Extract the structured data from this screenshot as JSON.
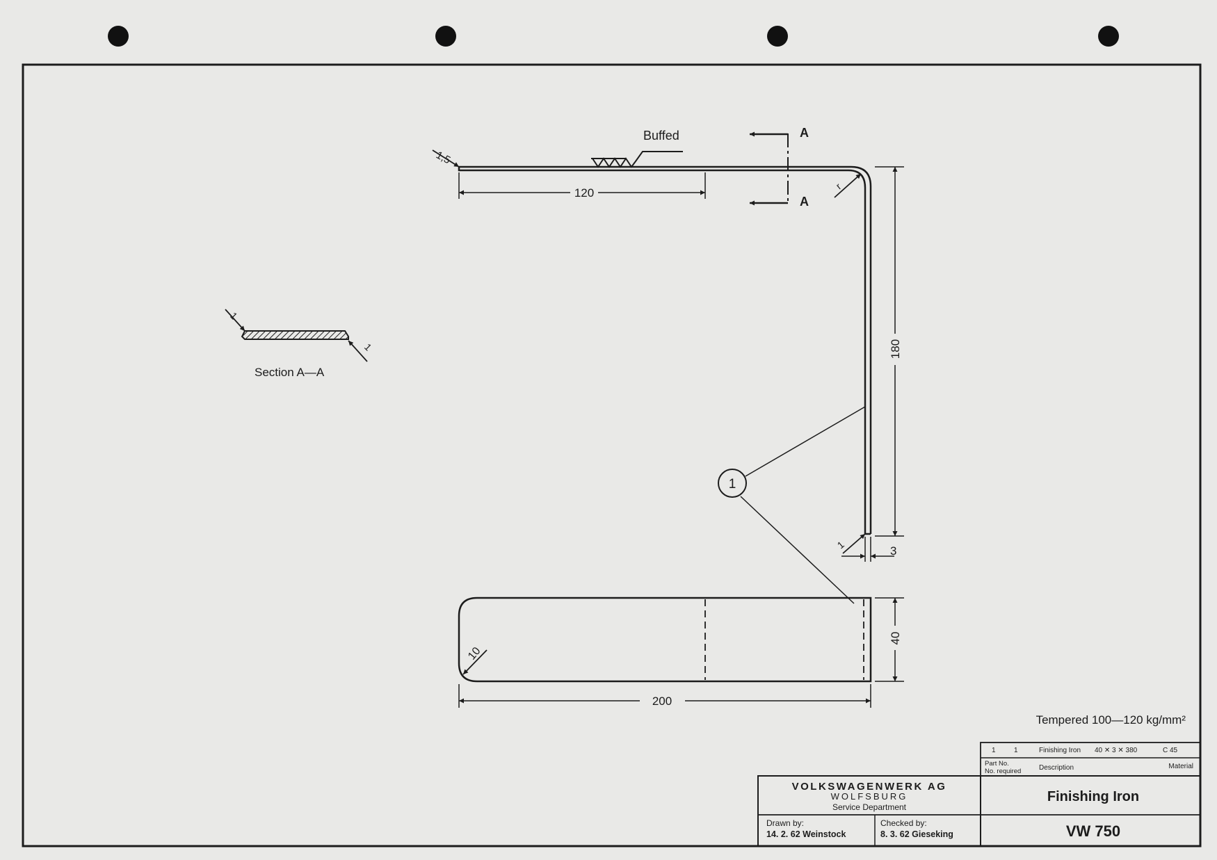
{
  "colors": {
    "paper": "#e9e9e7",
    "ink": "#1c1c1c"
  },
  "drawing": {
    "section_marker": "A",
    "labels": {
      "buffed": "Buffed",
      "section": "Section A—A",
      "material_note": "Tempered 100—120 kg/mm²"
    },
    "dimensions": {
      "top_thickness": "1,5",
      "top_length": "120",
      "bend_radius": "r",
      "height": "180",
      "bottom_edge": "1",
      "thickness": "3",
      "width": "40",
      "length": "200",
      "corner_radius": "10",
      "section_left": "1",
      "section_right": "1"
    },
    "part_callout": "1"
  },
  "title_block": {
    "parts_row": {
      "part_no": "1",
      "qty": "1",
      "description": "Finishing Iron",
      "size": "40 ✕ 3 ✕ 380",
      "material": "C 45"
    },
    "header": {
      "part_no": "Part No.",
      "no_required": "No. required",
      "description": "Description",
      "material": "Material"
    },
    "company": {
      "name": "VOLKSWAGENWERK AG",
      "city": "WOLFSBURG",
      "dept": "Service Department"
    },
    "drawn_label": "Drawn by:",
    "drawn_value": "14. 2. 62 Weinstock",
    "checked_label": "Checked by:",
    "checked_value": "8. 3. 62 Gieseking",
    "title": "Finishing Iron",
    "number": "VW 750"
  }
}
